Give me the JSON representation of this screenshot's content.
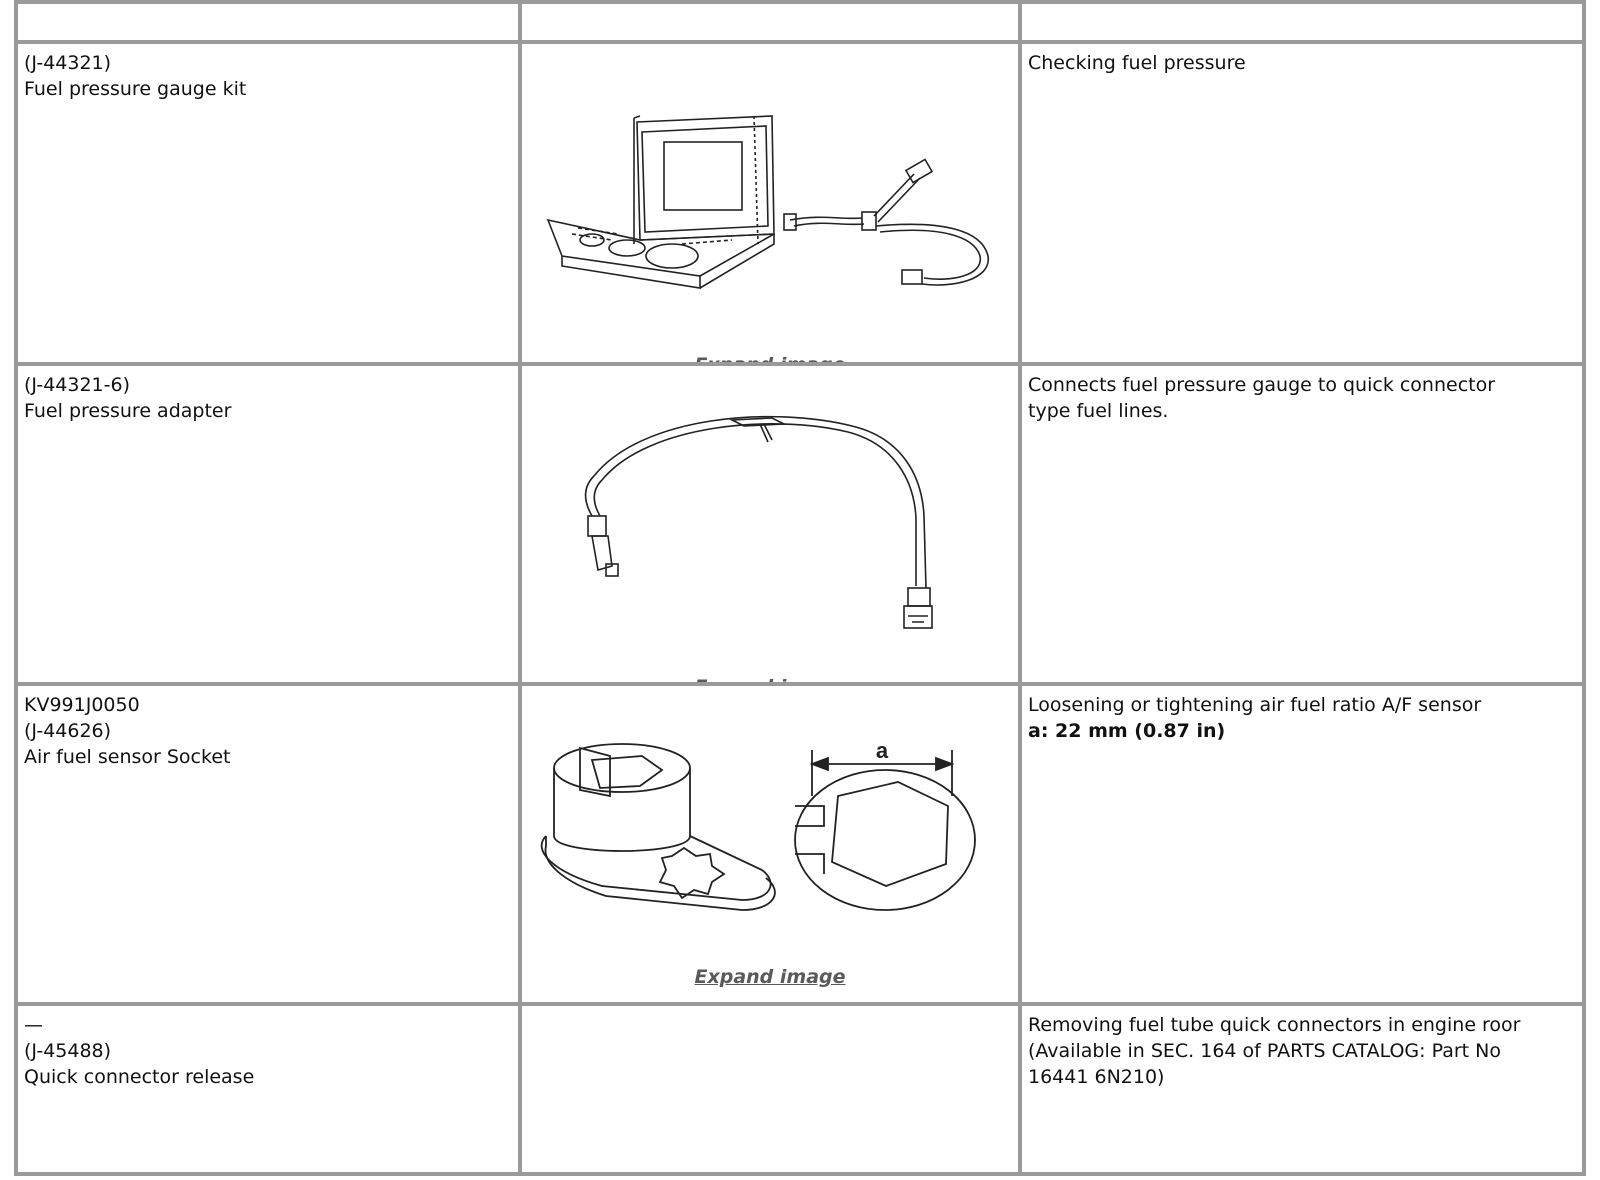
{
  "rows": [
    {
      "id_lines": [
        "(J-44321)",
        "Fuel pressure gauge kit"
      ],
      "desc_lines": [
        "Checking fuel pressure"
      ],
      "image_icon": "fuel-pressure-gauge-kit-illustration",
      "expand_label": "Expand image"
    },
    {
      "id_lines": [
        "(J-44321-6)",
        "Fuel pressure adapter"
      ],
      "desc_lines": [
        "Connects fuel pressure gauge to quick connector",
        "type fuel lines."
      ],
      "image_icon": "fuel-pressure-adapter-illustration",
      "expand_label": "Expand image"
    },
    {
      "id_lines": [
        "KV991J0050",
        "(J-44626)",
        "Air fuel sensor Socket"
      ],
      "desc_lines": [
        "Loosening or tightening air fuel ratio A/F sensor"
      ],
      "desc_bold": "a: 22 mm (0.87 in)",
      "image_icon": "air-fuel-sensor-socket-illustration",
      "figure_label": "a",
      "expand_label": "Expand image"
    },
    {
      "id_lines": [
        "—",
        "(J-45488)",
        "Quick connector release"
      ],
      "desc_lines": [
        "Removing fuel tube quick connectors in engine roor",
        "(Available in SEC. 164 of PARTS CATALOG: Part No",
        "16441 6N210)"
      ]
    }
  ],
  "colors": {
    "grid": "#9a9a9a",
    "expand_link": "#5a5a5a"
  }
}
